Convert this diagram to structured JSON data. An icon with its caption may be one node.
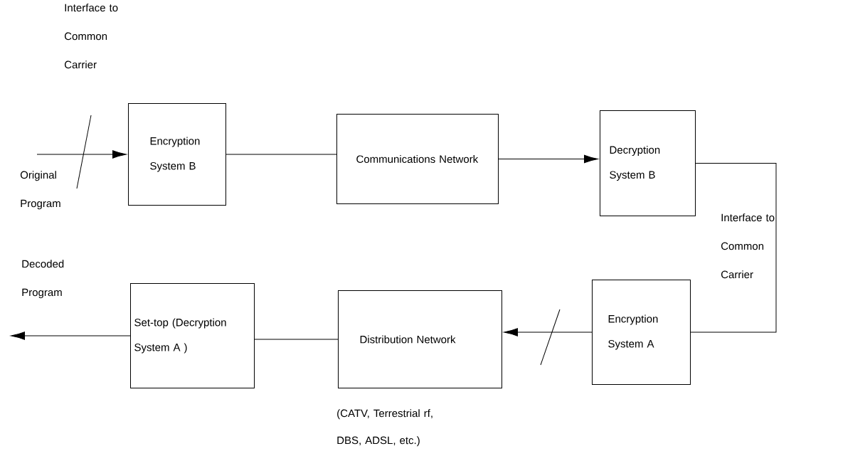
{
  "diagram": {
    "nodes": [
      {
        "text": [
          "Encryption System B"
        ]
      },
      {
        "text": [
          "Communications Network"
        ]
      },
      {
        "text": [
          "Decryption System B"
        ]
      },
      {
        "text": [
          "Encryption System A"
        ]
      },
      {
        "text": [
          "Distribution Network"
        ],
        "beside": [
          "(CATV, Terrestrial rf, DBS, ADSL, etc.)"
        ]
      },
      {
        "text": [
          "Set-top (Decryption System A )"
        ]
      }
    ],
    "edges": [
      {
        "from": null,
        "to": 0,
        "arrow": "to"
      },
      {
        "from": 0,
        "to": 1,
        "arrow": "none"
      },
      {
        "from": 1,
        "to": 2,
        "arrow": "to"
      },
      {
        "from": 2,
        "to": 3,
        "arrow": "none"
      },
      {
        "from": 3,
        "to": 4,
        "arrow": "to"
      },
      {
        "from": 4,
        "to": 5,
        "arrow": "none"
      },
      {
        "from": 5,
        "to": null,
        "arrow": "to"
      }
    ],
    "labels": [
      "Interface to Common Carrier",
      "Original Program",
      "Interface to Common Carrier",
      "Decoded Program"
    ]
  }
}
